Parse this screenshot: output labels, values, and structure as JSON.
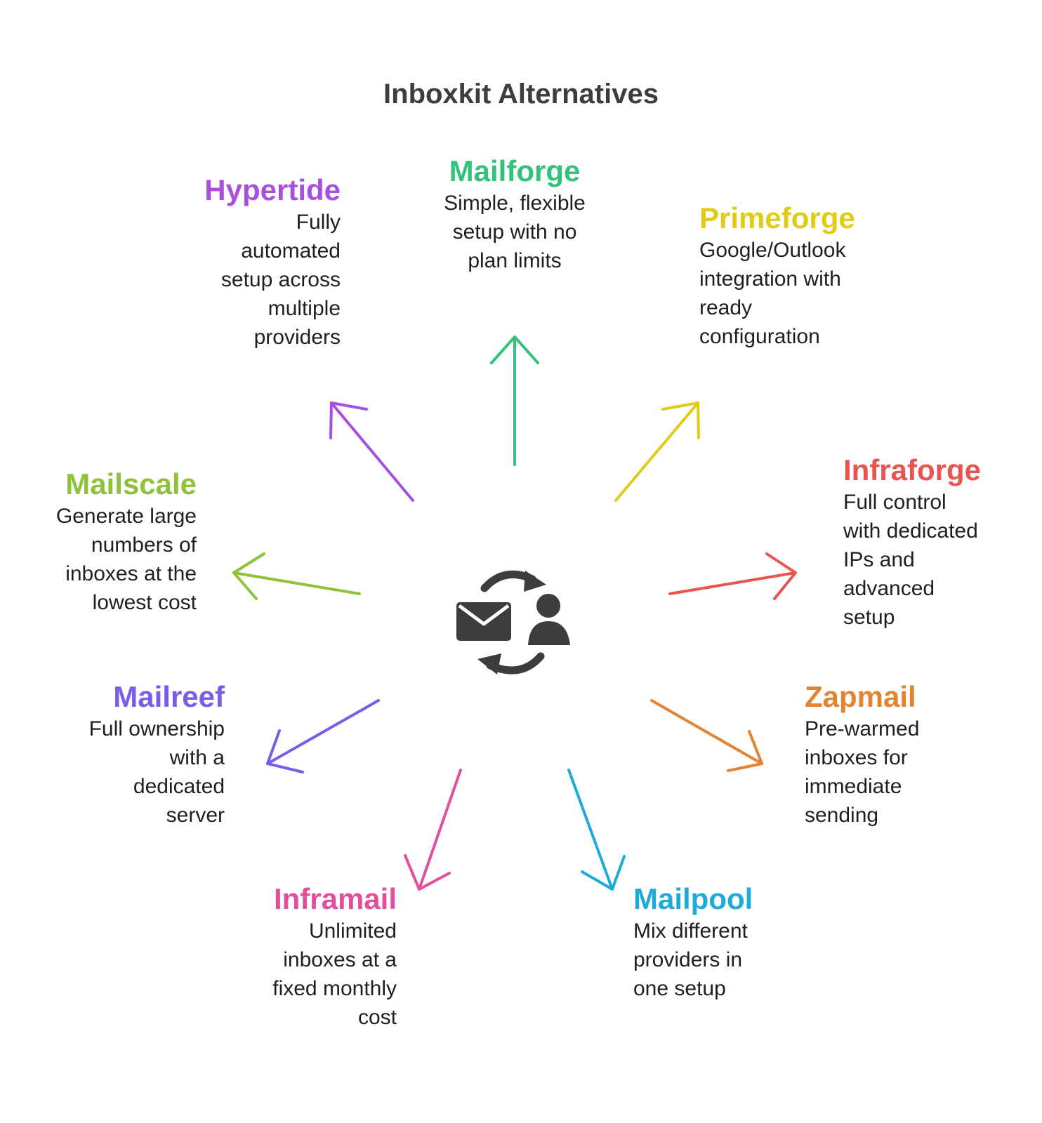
{
  "title": "Inboxkit Alternatives",
  "center_icon": "mail-user-sync-icon",
  "colors": {
    "hypertide": "#a84fe0",
    "mailforge": "#33c27a",
    "primeforge": "#e0cc14",
    "infraforge": "#e8544f",
    "mailscale": "#8fc23a",
    "mailreef": "#7b5ce8",
    "zapmail": "#e48330",
    "inframail": "#e2509d",
    "mailpool": "#1fabd9",
    "icon": "#3d3d3d"
  },
  "nodes": {
    "hypertide": {
      "name": "Hypertide",
      "lines": [
        "Fully",
        "automated",
        "setup across",
        "multiple",
        "providers"
      ]
    },
    "mailforge": {
      "name": "Mailforge",
      "lines": [
        "Simple, flexible",
        "setup with no",
        "plan limits"
      ]
    },
    "primeforge": {
      "name": "Primeforge",
      "lines": [
        "Google/Outlook",
        "integration with",
        "ready",
        "configuration"
      ]
    },
    "infraforge": {
      "name": "Infraforge",
      "lines": [
        "Full control",
        "with dedicated",
        "IPs and",
        "advanced",
        "setup"
      ]
    },
    "mailscale": {
      "name": "Mailscale",
      "lines": [
        "Generate large",
        "numbers of",
        "inboxes at the",
        "lowest cost"
      ]
    },
    "mailreef": {
      "name": "Mailreef",
      "lines": [
        "Full ownership",
        "with a",
        "dedicated",
        "server"
      ]
    },
    "zapmail": {
      "name": "Zapmail",
      "lines": [
        "Pre-warmed",
        "inboxes for",
        "immediate",
        "sending"
      ]
    },
    "inframail": {
      "name": "Inframail",
      "lines": [
        "Unlimited",
        "inboxes at a",
        "fixed monthly",
        "cost"
      ]
    },
    "mailpool": {
      "name": "Mailpool",
      "lines": [
        "Mix different",
        "providers in",
        "one setup"
      ]
    }
  }
}
